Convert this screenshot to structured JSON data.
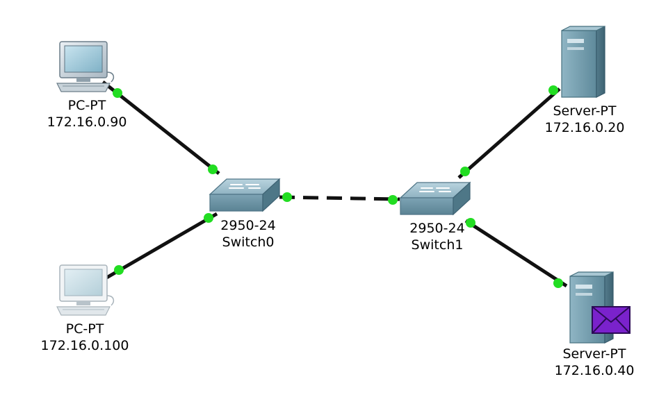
{
  "devices": {
    "pc0": {
      "type": "PC-PT",
      "ip": "172.16.0.90",
      "icon": "desktop-pc-icon"
    },
    "pc1": {
      "type": "PC-PT",
      "ip": "172.16.0.100",
      "icon": "desktop-pc-icon"
    },
    "switch0": {
      "model": "2950-24",
      "name": "Switch0",
      "icon": "switch-icon"
    },
    "switch1": {
      "model": "2950-24",
      "name": "Switch1",
      "icon": "switch-icon"
    },
    "server0": {
      "type": "Server-PT",
      "ip": "172.16.0.20",
      "icon": "server-tower-icon"
    },
    "server1": {
      "type": "Server-PT",
      "ip": "172.16.0.40",
      "icon": "server-tower-icon",
      "badge_icon": "envelope-icon"
    }
  },
  "links": [
    {
      "from": "pc0",
      "to": "switch0",
      "style": "solid",
      "status": "up"
    },
    {
      "from": "pc1",
      "to": "switch0",
      "style": "solid",
      "status": "up"
    },
    {
      "from": "switch0",
      "to": "switch1",
      "style": "dashed",
      "status": "up"
    },
    {
      "from": "switch1",
      "to": "server0",
      "style": "solid",
      "status": "up"
    },
    {
      "from": "switch1",
      "to": "server1",
      "style": "solid",
      "status": "up"
    }
  ],
  "colors": {
    "link": "#111111",
    "link_light_up": "#22dd22",
    "envelope": "#7a22cc"
  }
}
